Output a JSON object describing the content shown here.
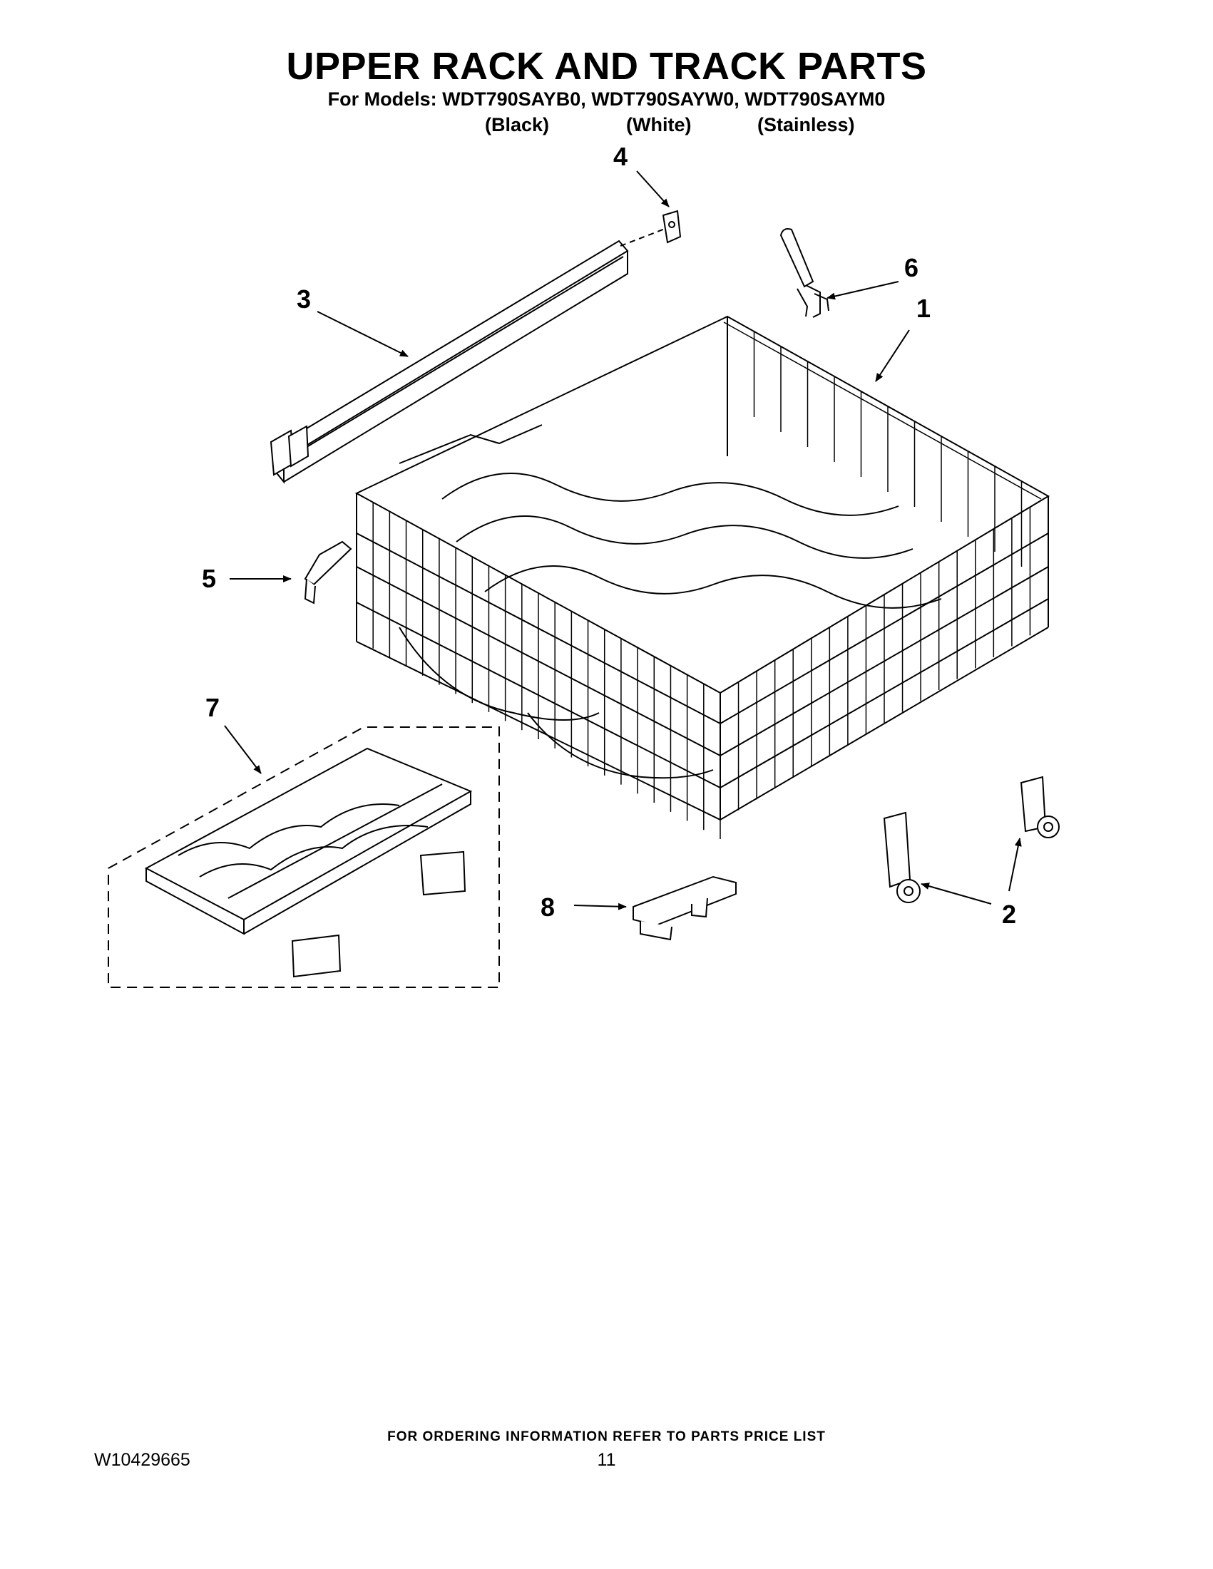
{
  "header": {
    "title": "UPPER RACK AND TRACK PARTS",
    "models_line": "For Models: WDT790SAYB0, WDT790SAYW0, WDT790SAYM0",
    "variants": [
      "(Black)",
      "(White)",
      "(Stainless)"
    ]
  },
  "callouts": [
    "1",
    "2",
    "2",
    "3",
    "4",
    "5",
    "6",
    "7",
    "8"
  ],
  "footer": {
    "note": "FOR ORDERING INFORMATION REFER TO PARTS PRICE LIST",
    "doc_number": "W10429665",
    "page_number": "11"
  }
}
